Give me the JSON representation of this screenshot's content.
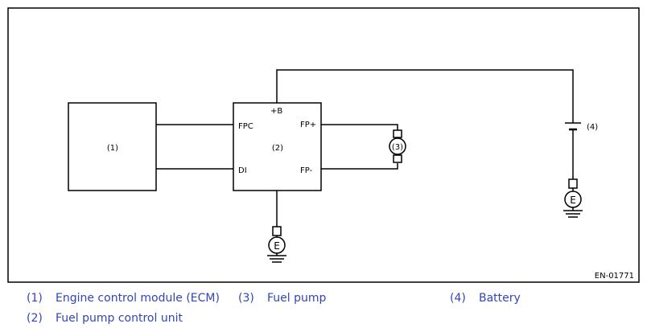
{
  "diagram": {
    "ecm_label": "(1)",
    "control_unit_label": "(2)",
    "fuel_pump_label": "(3)",
    "battery_label": "(4)",
    "pins": {
      "plus_b": "+B",
      "fpc": "FPC",
      "di": "DI",
      "fp_plus": "FP+",
      "fp_minus": "FP-"
    },
    "ground_symbol": "E",
    "figure_code": "EN-01771"
  },
  "legend": [
    {
      "num": "(1)",
      "text": "Engine control module (ECM)"
    },
    {
      "num": "(2)",
      "text": "Fuel pump control unit"
    },
    {
      "num": "(3)",
      "text": "Fuel pump"
    },
    {
      "num": "(4)",
      "text": "Battery"
    }
  ],
  "colors": {
    "line": "#000000",
    "legend_text": "#3344bb"
  }
}
